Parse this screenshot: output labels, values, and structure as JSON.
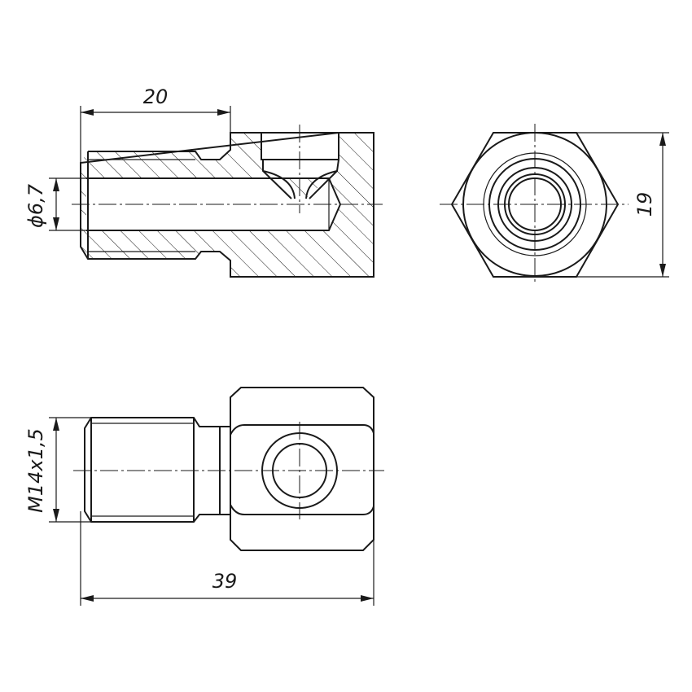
{
  "dimensions": {
    "top_length": "20",
    "bore_diameter": "ϕ6,7",
    "hex_across_flats": "19",
    "thread": "M14x1,5",
    "overall_length": "39"
  }
}
